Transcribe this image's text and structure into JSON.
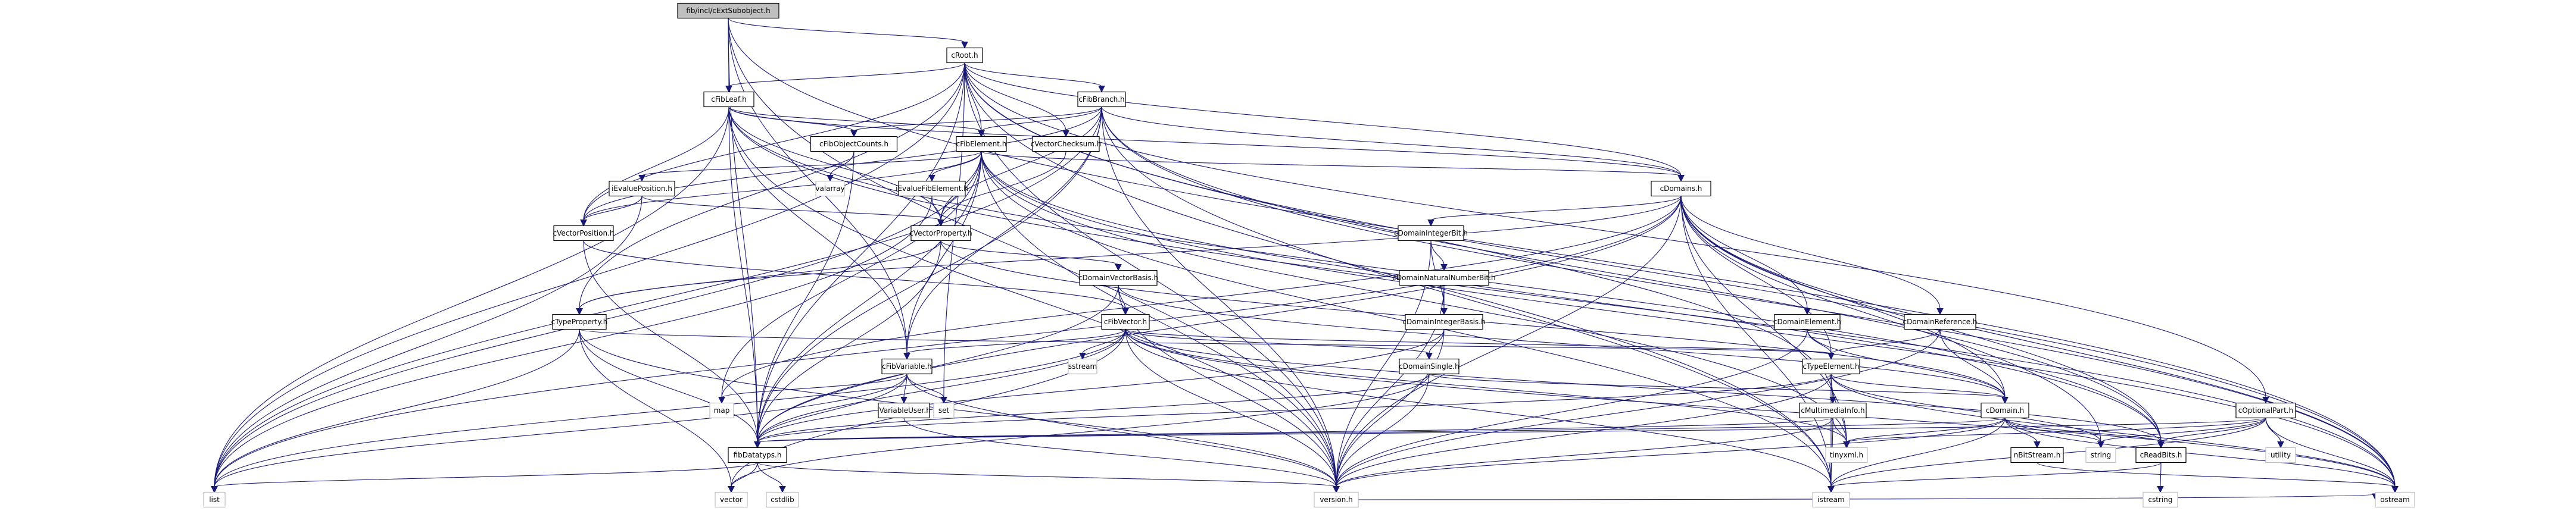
{
  "diagram": {
    "type": "include-dependency-graph",
    "root": "fib/incl/cExtSubobject.h",
    "colors": {
      "edge": "#191970",
      "root_fill": "#bfbfbf",
      "node_border": "#000000",
      "system_border": "#bfbfbf"
    },
    "nodes": [
      {
        "id": "root",
        "label": "fib/incl/cExtSubobject.h",
        "kind": "root"
      },
      {
        "id": "cRoot",
        "label": "cRoot.h",
        "kind": "header"
      },
      {
        "id": "cFibLeaf",
        "label": "cFibLeaf.h",
        "kind": "header"
      },
      {
        "id": "cFibBranch",
        "label": "cFibBranch.h",
        "kind": "header"
      },
      {
        "id": "cFibObjectCounts",
        "label": "cFibObjectCounts.h",
        "kind": "header"
      },
      {
        "id": "cFibElement",
        "label": "cFibElement.h",
        "kind": "header"
      },
      {
        "id": "cVectorChecksum",
        "label": "cVectorChecksum.h",
        "kind": "header"
      },
      {
        "id": "iEvaluePosition",
        "label": "iEvaluePosition.h",
        "kind": "header"
      },
      {
        "id": "valarray",
        "label": "valarray",
        "kind": "system"
      },
      {
        "id": "iEvalueFibElement",
        "label": "iEvalueFibElement.h",
        "kind": "header"
      },
      {
        "id": "cDomains",
        "label": "cDomains.h",
        "kind": "header"
      },
      {
        "id": "cVectorPosition",
        "label": "cVectorPosition.h",
        "kind": "header"
      },
      {
        "id": "cVectorProperty",
        "label": "cVectorProperty.h",
        "kind": "header"
      },
      {
        "id": "cDomainIntegerBit",
        "label": "cDomainIntegerBit.h",
        "kind": "header"
      },
      {
        "id": "cDomainVectorBasis",
        "label": "cDomainVectorBasis.h",
        "kind": "header"
      },
      {
        "id": "cDomainNaturalNumberBit",
        "label": "cDomainNaturalNumberBit.h",
        "kind": "header"
      },
      {
        "id": "cTypeProperty",
        "label": "cTypeProperty.h",
        "kind": "header"
      },
      {
        "id": "cFibVector",
        "label": "cFibVector.h",
        "kind": "header"
      },
      {
        "id": "cDomainIntegerBasis",
        "label": "cDomainIntegerBasis.h",
        "kind": "header"
      },
      {
        "id": "cDomainElement",
        "label": "cDomainElement.h",
        "kind": "header"
      },
      {
        "id": "cDomainReference",
        "label": "cDomainReference.h",
        "kind": "header"
      },
      {
        "id": "sstream",
        "label": "sstream",
        "kind": "system"
      },
      {
        "id": "cFibVariable",
        "label": "cFibVariable.h",
        "kind": "header"
      },
      {
        "id": "cDomainSingle",
        "label": "cDomainSingle.h",
        "kind": "header"
      },
      {
        "id": "cTypeElement",
        "label": "cTypeElement.h",
        "kind": "header"
      },
      {
        "id": "map",
        "label": "map",
        "kind": "system"
      },
      {
        "id": "iVariableUser",
        "label": "iVariableUser.h",
        "kind": "header"
      },
      {
        "id": "set",
        "label": "set",
        "kind": "system"
      },
      {
        "id": "cMultimediaInfo",
        "label": "cMultimediaInfo.h",
        "kind": "header"
      },
      {
        "id": "cDomain",
        "label": "cDomain.h",
        "kind": "header"
      },
      {
        "id": "cOptionalPart",
        "label": "cOptionalPart.h",
        "kind": "header"
      },
      {
        "id": "fibDatatyps",
        "label": "fibDatatyps.h",
        "kind": "header"
      },
      {
        "id": "tinyxml",
        "label": "tinyxml.h",
        "kind": "system"
      },
      {
        "id": "string",
        "label": "string",
        "kind": "system"
      },
      {
        "id": "nBitStream",
        "label": "nBitStream.h",
        "kind": "header"
      },
      {
        "id": "cReadBits",
        "label": "cReadBits.h",
        "kind": "header"
      },
      {
        "id": "utility",
        "label": "utility",
        "kind": "system"
      },
      {
        "id": "list",
        "label": "list",
        "kind": "system"
      },
      {
        "id": "vector",
        "label": "vector",
        "kind": "system"
      },
      {
        "id": "cstdlib",
        "label": "cstdlib",
        "kind": "system"
      },
      {
        "id": "version",
        "label": "version.h",
        "kind": "system"
      },
      {
        "id": "istream",
        "label": "istream",
        "kind": "system"
      },
      {
        "id": "cstring",
        "label": "cstring",
        "kind": "system"
      },
      {
        "id": "ostream",
        "label": "ostream",
        "kind": "system"
      }
    ],
    "edges": [
      [
        "root",
        "cRoot"
      ],
      [
        "root",
        "cFibLeaf"
      ],
      [
        "root",
        "fibDatatyps"
      ],
      [
        "root",
        "version"
      ],
      [
        "root",
        "cFibVariable"
      ],
      [
        "root",
        "ostream"
      ],
      [
        "cRoot",
        "cFibBranch"
      ],
      [
        "cRoot",
        "cFibElement"
      ],
      [
        "cRoot",
        "cVectorChecksum"
      ],
      [
        "cRoot",
        "cDomains"
      ],
      [
        "cRoot",
        "cFibLeaf"
      ],
      [
        "cRoot",
        "list"
      ],
      [
        "cRoot",
        "fibDatatyps"
      ],
      [
        "cRoot",
        "cTypeProperty"
      ],
      [
        "cRoot",
        "cOptionalPart"
      ],
      [
        "cRoot",
        "cMultimediaInfo"
      ],
      [
        "cRoot",
        "set"
      ],
      [
        "cRoot",
        "version"
      ],
      [
        "cRoot",
        "istream"
      ],
      [
        "cRoot",
        "ostream"
      ],
      [
        "cRoot",
        "cVectorPosition"
      ],
      [
        "cFibLeaf",
        "cFibElement"
      ],
      [
        "cFibLeaf",
        "cFibObjectCounts"
      ],
      [
        "cFibLeaf",
        "cVectorPosition"
      ],
      [
        "cFibLeaf",
        "cVectorProperty"
      ],
      [
        "cFibLeaf",
        "cFibVariable"
      ],
      [
        "cFibLeaf",
        "list"
      ],
      [
        "cFibLeaf",
        "fibDatatyps"
      ],
      [
        "cFibLeaf",
        "version"
      ],
      [
        "cFibLeaf",
        "cDomains"
      ],
      [
        "cFibLeaf",
        "cReadBits"
      ],
      [
        "cFibLeaf",
        "ostream"
      ],
      [
        "cFibBranch",
        "cFibElement"
      ],
      [
        "cFibBranch",
        "cFibObjectCounts"
      ],
      [
        "cFibBranch",
        "cDomains"
      ],
      [
        "cFibBranch",
        "list"
      ],
      [
        "cFibBranch",
        "fibDatatyps"
      ],
      [
        "cFibBranch",
        "version"
      ],
      [
        "cFibBranch",
        "cVectorPosition"
      ],
      [
        "cFibBranch",
        "cVectorProperty"
      ],
      [
        "cFibBranch",
        "cFibVariable"
      ],
      [
        "cFibBranch",
        "cReadBits"
      ],
      [
        "cFibBranch",
        "istream"
      ],
      [
        "cFibBranch",
        "ostream"
      ],
      [
        "cFibObjectCounts",
        "valarray"
      ],
      [
        "cFibObjectCounts",
        "fibDatatyps"
      ],
      [
        "cFibElement",
        "iEvaluePosition"
      ],
      [
        "cFibElement",
        "iEvalueFibElement"
      ],
      [
        "cFibElement",
        "cVectorProperty"
      ],
      [
        "cFibElement",
        "cVectorPosition"
      ],
      [
        "cFibElement",
        "cDomains"
      ],
      [
        "cFibElement",
        "cFibVariable"
      ],
      [
        "cFibElement",
        "map"
      ],
      [
        "cFibElement",
        "list"
      ],
      [
        "cFibElement",
        "fibDatatyps"
      ],
      [
        "cFibElement",
        "version"
      ],
      [
        "cFibElement",
        "cReadBits"
      ],
      [
        "cFibElement",
        "tinyxml"
      ],
      [
        "cFibElement",
        "istream"
      ],
      [
        "cFibElement",
        "ostream"
      ],
      [
        "cVectorChecksum",
        "cVectorProperty"
      ],
      [
        "iEvaluePosition",
        "cVectorPosition"
      ],
      [
        "iEvaluePosition",
        "cVectorProperty"
      ],
      [
        "iEvaluePosition",
        "list"
      ],
      [
        "iEvalueFibElement",
        "cVectorProperty"
      ],
      [
        "iEvalueFibElement",
        "list"
      ],
      [
        "cVectorPosition",
        "cFibVector"
      ],
      [
        "cVectorPosition",
        "fibDatatyps"
      ],
      [
        "cVectorProperty",
        "cTypeProperty"
      ],
      [
        "cVectorProperty",
        "cDomainVectorBasis"
      ],
      [
        "cVectorProperty",
        "fibDatatyps"
      ],
      [
        "cVectorProperty",
        "cDomain"
      ],
      [
        "cDomains",
        "cDomainIntegerBit"
      ],
      [
        "cDomains",
        "cDomainElement"
      ],
      [
        "cDomains",
        "cDomainReference"
      ],
      [
        "cDomains",
        "cTypeElement"
      ],
      [
        "cDomains",
        "cDomain"
      ],
      [
        "cDomains",
        "cTypeProperty"
      ],
      [
        "cDomains",
        "fibDatatyps"
      ],
      [
        "cDomains",
        "version"
      ],
      [
        "cDomains",
        "list"
      ],
      [
        "cDomains",
        "map"
      ],
      [
        "cDomains",
        "tinyxml"
      ],
      [
        "cDomains",
        "string"
      ],
      [
        "cDomains",
        "cReadBits"
      ],
      [
        "cDomains",
        "istream"
      ],
      [
        "cDomains",
        "ostream"
      ],
      [
        "cDomainIntegerBit",
        "cDomainNaturalNumberBit"
      ],
      [
        "cDomainIntegerBit",
        "cDomainIntegerBasis"
      ],
      [
        "cDomainIntegerBit",
        "version"
      ],
      [
        "cDomainNaturalNumberBit",
        "cDomainIntegerBasis"
      ],
      [
        "cDomainNaturalNumberBit",
        "version"
      ],
      [
        "cDomainVectorBasis",
        "cFibVector"
      ],
      [
        "cDomainVectorBasis",
        "cDomain"
      ],
      [
        "cDomainVectorBasis",
        "fibDatatyps"
      ],
      [
        "cDomainVectorBasis",
        "version"
      ],
      [
        "cTypeProperty",
        "cTypeElement"
      ],
      [
        "cTypeProperty",
        "list"
      ],
      [
        "cTypeProperty",
        "fibDatatyps"
      ],
      [
        "cTypeProperty",
        "version"
      ],
      [
        "cTypeProperty",
        "vector"
      ],
      [
        "cFibVector",
        "sstream"
      ],
      [
        "cFibVector",
        "cFibVariable"
      ],
      [
        "cFibVector",
        "cDomainSingle"
      ],
      [
        "cFibVector",
        "cTypeElement"
      ],
      [
        "cFibVector",
        "fibDatatyps"
      ],
      [
        "cFibVector",
        "version"
      ],
      [
        "cFibVector",
        "list"
      ],
      [
        "cFibVector",
        "vector"
      ],
      [
        "cFibVector",
        "cReadBits"
      ],
      [
        "cFibVector",
        "tinyxml"
      ],
      [
        "cFibVector",
        "istream"
      ],
      [
        "cFibVector",
        "ostream"
      ],
      [
        "cDomainIntegerBasis",
        "cDomainSingle"
      ],
      [
        "cDomainIntegerBasis",
        "fibDatatyps"
      ],
      [
        "cDomainIntegerBasis",
        "version"
      ],
      [
        "cDomainSingle",
        "cDomain"
      ],
      [
        "cDomainSingle",
        "fibDatatyps"
      ],
      [
        "cDomainSingle",
        "version"
      ],
      [
        "cDomainSingle",
        "vector"
      ],
      [
        "cDomainElement",
        "cTypeElement"
      ],
      [
        "cDomainElement",
        "cDomain"
      ],
      [
        "cDomainElement",
        "version"
      ],
      [
        "cDomainReference",
        "cTypeElement"
      ],
      [
        "cDomainReference",
        "cDomain"
      ],
      [
        "cDomainReference",
        "version"
      ],
      [
        "cFibVariable",
        "map"
      ],
      [
        "cFibVariable",
        "iVariableUser"
      ],
      [
        "cFibVariable",
        "set"
      ],
      [
        "cFibVariable",
        "fibDatatyps"
      ],
      [
        "cFibVariable",
        "version"
      ],
      [
        "cFibVariable",
        "list"
      ],
      [
        "cTypeElement",
        "cDomain"
      ],
      [
        "cTypeElement",
        "fibDatatyps"
      ],
      [
        "cTypeElement",
        "version"
      ],
      [
        "cTypeElement",
        "tinyxml"
      ],
      [
        "cTypeElement",
        "istream"
      ],
      [
        "cTypeElement",
        "string"
      ],
      [
        "cTypeElement",
        "ostream"
      ],
      [
        "iVariableUser",
        "version"
      ],
      [
        "cMultimediaInfo",
        "tinyxml"
      ],
      [
        "cMultimediaInfo",
        "istream"
      ],
      [
        "cMultimediaInfo",
        "version"
      ],
      [
        "cMultimediaInfo",
        "fibDatatyps"
      ],
      [
        "cDomain",
        "nBitStream"
      ],
      [
        "cDomain",
        "string"
      ],
      [
        "cDomain",
        "cReadBits"
      ],
      [
        "cDomain",
        "tinyxml"
      ],
      [
        "cDomain",
        "istream"
      ],
      [
        "cDomain",
        "fibDatatyps"
      ],
      [
        "cDomain",
        "version"
      ],
      [
        "cDomain",
        "ostream"
      ],
      [
        "cOptionalPart",
        "cReadBits"
      ],
      [
        "cOptionalPart",
        "string"
      ],
      [
        "cOptionalPart",
        "utility"
      ],
      [
        "cOptionalPart",
        "fibDatatyps"
      ],
      [
        "cOptionalPart",
        "tinyxml"
      ],
      [
        "cOptionalPart",
        "istream"
      ],
      [
        "cOptionalPart",
        "ostream"
      ],
      [
        "fibDatatyps",
        "vector"
      ],
      [
        "fibDatatyps",
        "cstdlib"
      ],
      [
        "fibDatatyps",
        "list"
      ],
      [
        "fibDatatyps",
        "version"
      ],
      [
        "nBitStream",
        "ostream"
      ],
      [
        "cReadBits",
        "cstring"
      ],
      [
        "cReadBits",
        "istream"
      ],
      [
        "version",
        "ostream"
      ]
    ]
  }
}
